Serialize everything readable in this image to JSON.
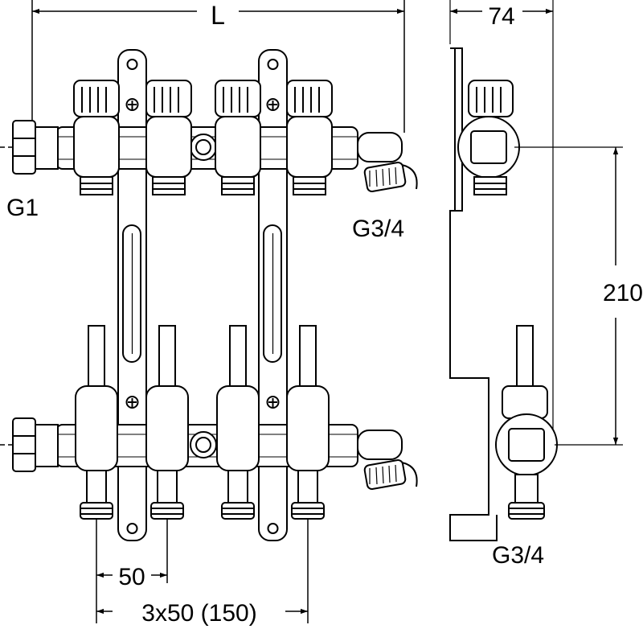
{
  "dimensions": {
    "length": "L",
    "depth": "74",
    "height_between_bars": "210",
    "outlet_spacing": "50",
    "total_spacing": "3x50 (150)"
  },
  "connections": {
    "main_inlet": "G1",
    "vent_connection": "G3/4",
    "outlet_connection": "G3/4"
  },
  "colors": {
    "line": "#000000",
    "background": "#ffffff",
    "fill": "#ffffff"
  }
}
